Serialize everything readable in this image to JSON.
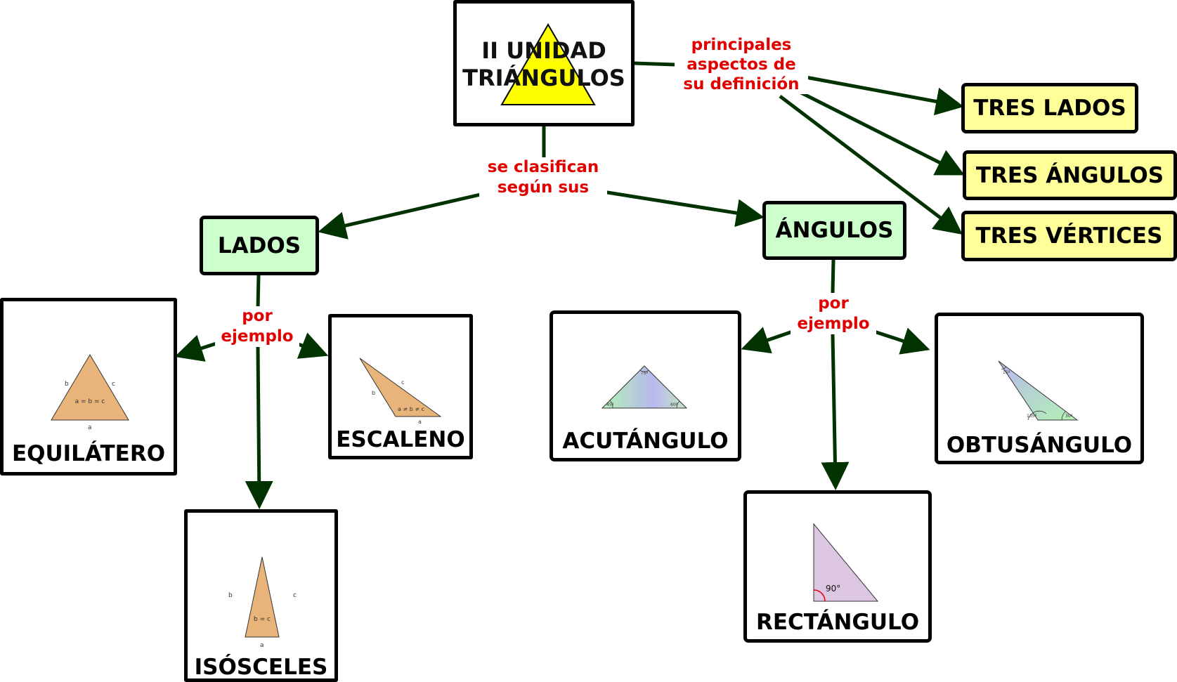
{
  "root": {
    "line1": "II UNIDAD",
    "line2": "TRIÁNGULOS"
  },
  "links": {
    "definicion": [
      "principales",
      "aspectos de",
      "su  definición"
    ],
    "clasifican": [
      "se clasifican",
      "según sus"
    ],
    "ejemplo_lados": [
      "por",
      "ejemplo"
    ],
    "ejemplo_angulos": [
      "por",
      "ejemplo"
    ]
  },
  "aspects": [
    "TRES LADOS",
    "TRES ÁNGULOS",
    "TRES VÉRTICES"
  ],
  "categories": {
    "lados": "LADOS",
    "angulos": "ÁNGULOS"
  },
  "examples": {
    "equilatero": {
      "label": "EQUILÁTERO",
      "side_a": "a",
      "side_b": "b",
      "side_c": "c",
      "formula": "a = b = c"
    },
    "escaleno": {
      "label": "ESCALENO",
      "side_a": "a",
      "side_b": "b",
      "side_c": "c",
      "formula": "a ≠ b ≠ c"
    },
    "isosceles": {
      "label": "ISÓSCELES",
      "side_a": "a",
      "side_b": "b",
      "side_c": "c",
      "formula": "b = c"
    },
    "acutangulo": {
      "label": "ACUTÁNGULO",
      "angle_top": "75º",
      "angle_left": "45º",
      "angle_right": "60º"
    },
    "obtusangulo": {
      "label": "OBTUSÁNGULO",
      "angle_top": "15º",
      "angle_mid": "135º",
      "angle_right": "30º"
    },
    "rectangulo": {
      "label": "RECTÁNGULO",
      "angle": "90°"
    }
  },
  "colors": {
    "edge": "#003300",
    "link_text": "#e00000",
    "category_fill": "#ccffcc",
    "aspect_fill": "#ffff99",
    "root_triangle": "#ffff00",
    "example_triangle": "#e8b47a"
  }
}
